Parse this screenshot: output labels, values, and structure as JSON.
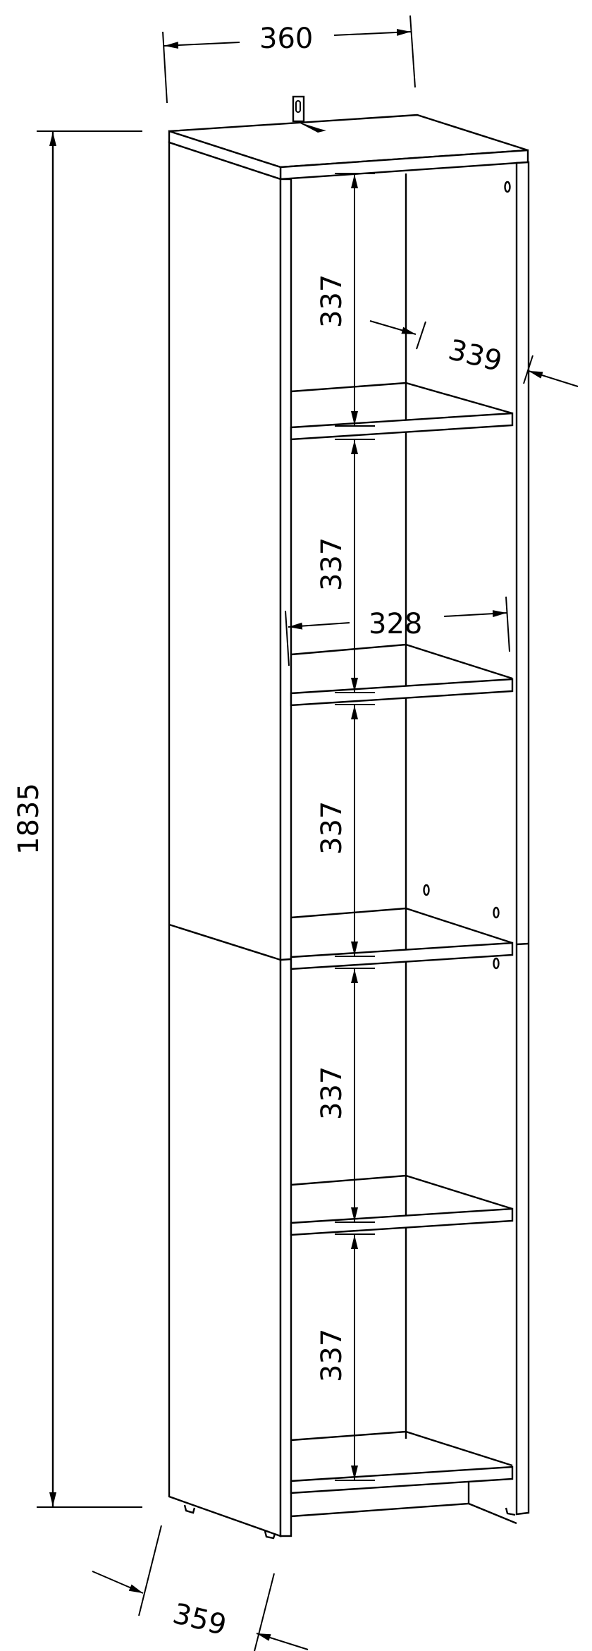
{
  "drawing": {
    "type": "technical-dimension-drawing",
    "subject": "tall narrow bookcase with 5 open compartments",
    "units": "mm",
    "line_color": "#000000",
    "background": "#ffffff"
  },
  "dimensions": {
    "width_top": "360",
    "height_total": "1835",
    "depth_inner": "339",
    "inner_width": "328",
    "depth_bottom": "359",
    "compartment_heights": [
      "337",
      "337",
      "337",
      "337",
      "337"
    ]
  },
  "features": {
    "shelves_count": 5,
    "wall_bracket": "0",
    "cam_holes": [
      "0",
      "0",
      "0",
      "0"
    ]
  }
}
